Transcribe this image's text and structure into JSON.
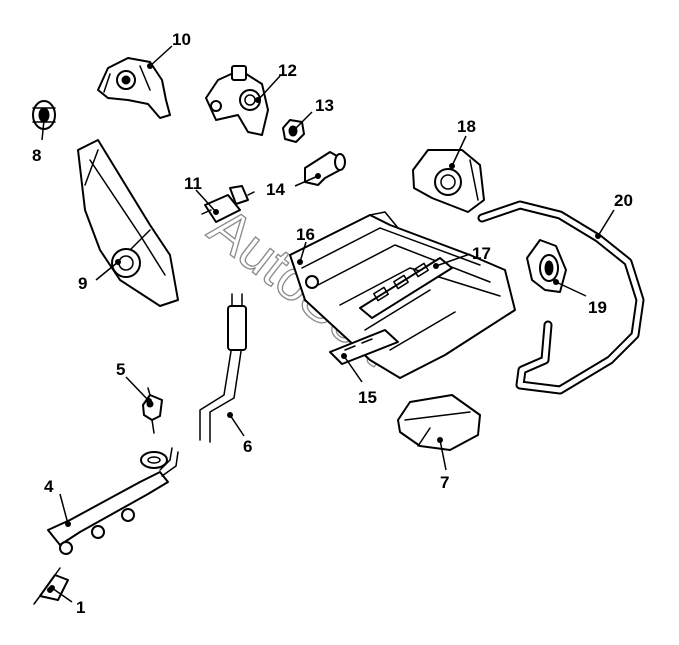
{
  "watermark": "AutoSoft",
  "callouts": {
    "c1": "1",
    "c4": "4",
    "c5": "5",
    "c6": "6",
    "c7": "7",
    "c8": "8",
    "c9": "9",
    "c10": "10",
    "c11": "11",
    "c12": "12",
    "c13": "13",
    "c14": "14",
    "c15": "15",
    "c16": "16",
    "c17": "17",
    "c18": "18",
    "c19": "19",
    "c20": "20"
  },
  "colors": {
    "line": "#000000",
    "background": "#ffffff",
    "watermark": "#8a8a8a"
  }
}
